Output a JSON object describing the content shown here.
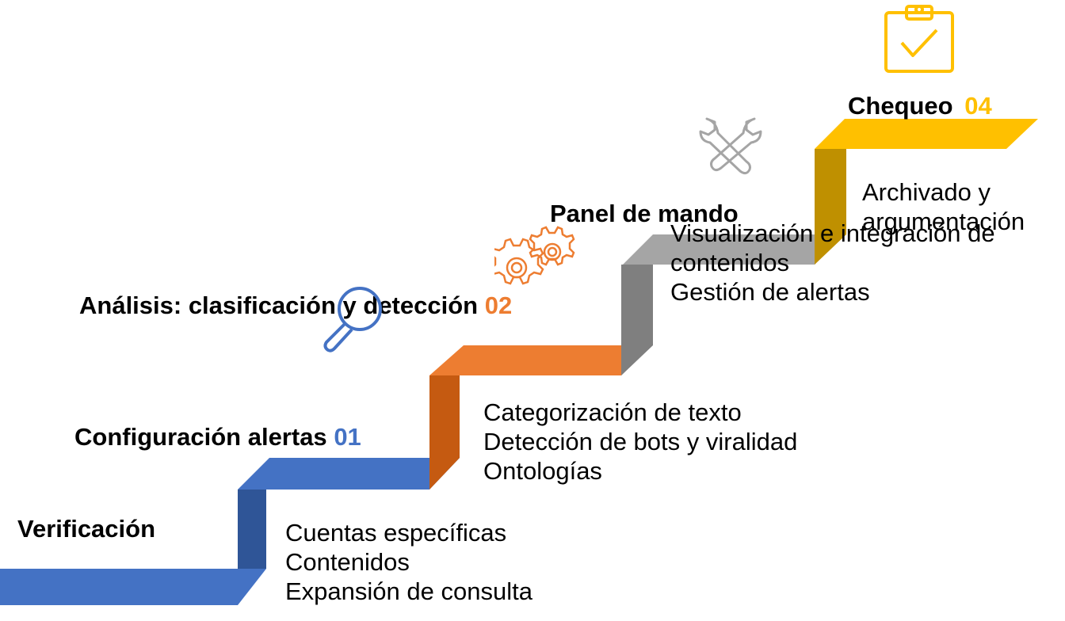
{
  "steps": [
    {
      "title": "Verificación",
      "number": "",
      "items": [
        "Cuentas específicas",
        "Contenidos",
        "Expansión de consulta"
      ]
    },
    {
      "title": "Configuración alertas",
      "number": "01",
      "items": [
        "Categorización de texto",
        "Detección de bots y viralidad",
        "Ontologías"
      ]
    },
    {
      "title": "Análisis: clasificación y detección",
      "number": "02",
      "items": [
        "Visualización e integración de",
        "contenidos",
        "Gestión de alertas"
      ]
    },
    {
      "title": "Panel de mando",
      "number": "",
      "items": [
        "Archivado y",
        "argumentación"
      ]
    },
    {
      "title": "Chequeo",
      "number": "04",
      "items": []
    }
  ],
  "colors": {
    "blue": "#4472C4",
    "blue_dark": "#2F5597",
    "orange": "#ED7D31",
    "orange_dark": "#C55A11",
    "gray": "#A5A5A5",
    "gray_dark": "#7F7F7F",
    "gold": "#FFC000",
    "gold_dark": "#BF9000"
  },
  "icons": [
    "magnifier-icon",
    "gears-icon",
    "tools-icon",
    "clipboard-check-icon"
  ]
}
